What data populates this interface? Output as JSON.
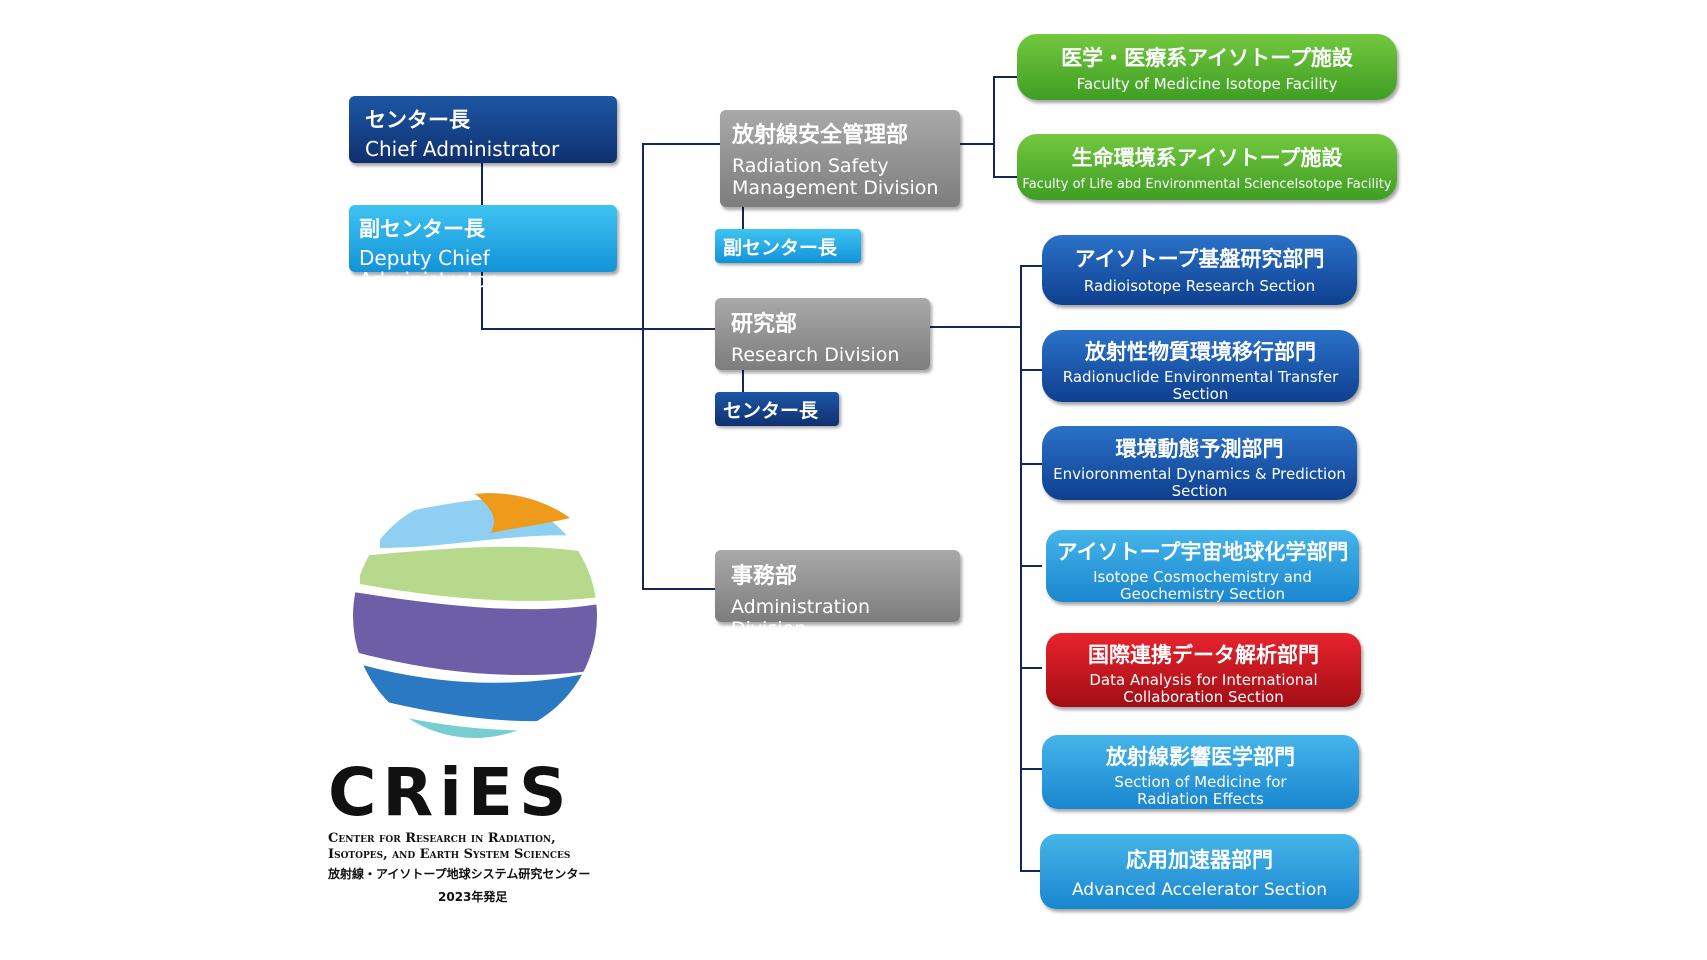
{
  "chief": {
    "ja": "センター長",
    "en": "Chief Administrator"
  },
  "deputy": {
    "ja": "副センター長",
    "en": "Deputy Chief Administrator"
  },
  "radiation": {
    "ja": "放射線安全管理部",
    "en_line1": "Radiation Safety",
    "en_line2": "Management Division",
    "badge": "副センター長"
  },
  "research": {
    "ja": "研究部",
    "en": "Research Division",
    "badge": "センター長"
  },
  "admin": {
    "ja": "事務部",
    "en": "Administration Division"
  },
  "facilities": [
    {
      "ja": "医学・医療系アイソトープ施設",
      "en": "Faculty of Medicine Isotope Facility"
    },
    {
      "ja": "生命環境系アイソトープ施設",
      "en": "Faculty of Life abd Environmental ScienceIsotope Facility"
    }
  ],
  "sections": [
    {
      "ja": "アイソトープ基盤研究部門",
      "en1": "Radioisotope Research Section",
      "en2": "",
      "style": "navy"
    },
    {
      "ja": "放射性物質環境移行部門",
      "en1": "Radionuclide Environmental Transfer",
      "en2": "Section",
      "style": "navy"
    },
    {
      "ja": "環境動態予測部門",
      "en1": "Envioronmental Dynamics & Prediction",
      "en2": "Section",
      "style": "navy"
    },
    {
      "ja": "アイソトープ宇宙地球化学部門",
      "en1": "Isotope Cosmochemistry and",
      "en2": "Geochemistry Section",
      "style": "light"
    },
    {
      "ja": "国際連携データ解析部門",
      "en1": "Data Analysis for International",
      "en2": "Collaboration Section",
      "style": "red"
    },
    {
      "ja": "放射線影響医学部門",
      "en1": "Section of Medicine for",
      "en2": "Radiation Effects",
      "style": "light"
    },
    {
      "ja": "応用加速器部門",
      "en1": "Advanced Accelerator Section",
      "en2": "",
      "style": "light"
    }
  ],
  "logo": {
    "wordmark": "CRiES",
    "name_line1": "Center for Research in Radiation,",
    "name_line2": "Isotopes, and Earth System Sciences",
    "name_ja": "放射線・アイソトープ地球システム研究センター",
    "founded": "2023年発足"
  }
}
